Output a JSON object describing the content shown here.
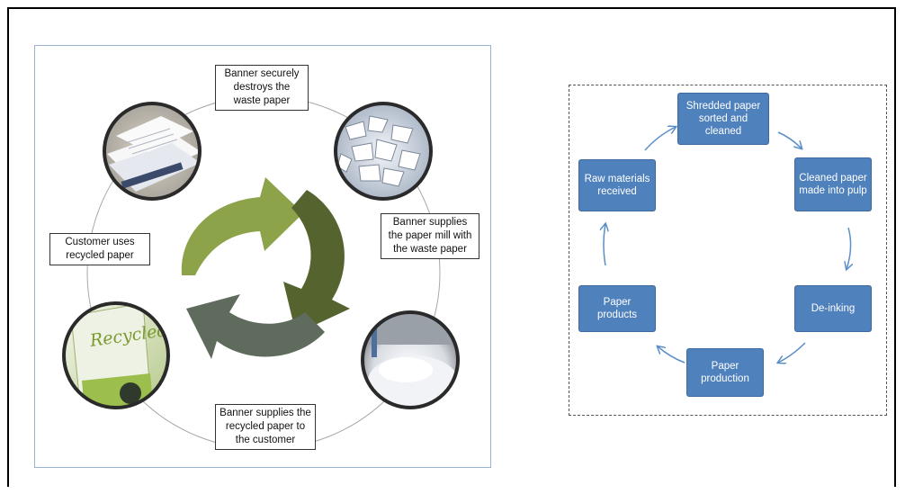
{
  "left_diagram": {
    "captions": {
      "destroy": "Banner securely destroys the waste paper",
      "supply_mill": "Banner supplies the paper mill with the waste paper",
      "supply_customer": "Banner supplies the recycled paper to the customer",
      "customer_uses": "Customer uses recycled paper"
    },
    "recycle_arrow_colors": [
      "#8da34a",
      "#55642e",
      "#5f6b5d"
    ],
    "photos": [
      "office-paper-pile-photo",
      "shredded-paper-photo",
      "shredded-paper-warehouse-photo",
      "recycled-paper-ream-photo"
    ],
    "ream_logo_text": "Recycled"
  },
  "right_diagram": {
    "nodes": {
      "sorted": "Shredded paper sorted and cleaned",
      "pulp": "Cleaned paper made into pulp",
      "deink": "De-inking",
      "production": "Paper production",
      "products": "Paper products",
      "raw": "Raw materials received"
    },
    "node_color": "#4f81bd",
    "arrow_color": "#5b8ec9"
  }
}
